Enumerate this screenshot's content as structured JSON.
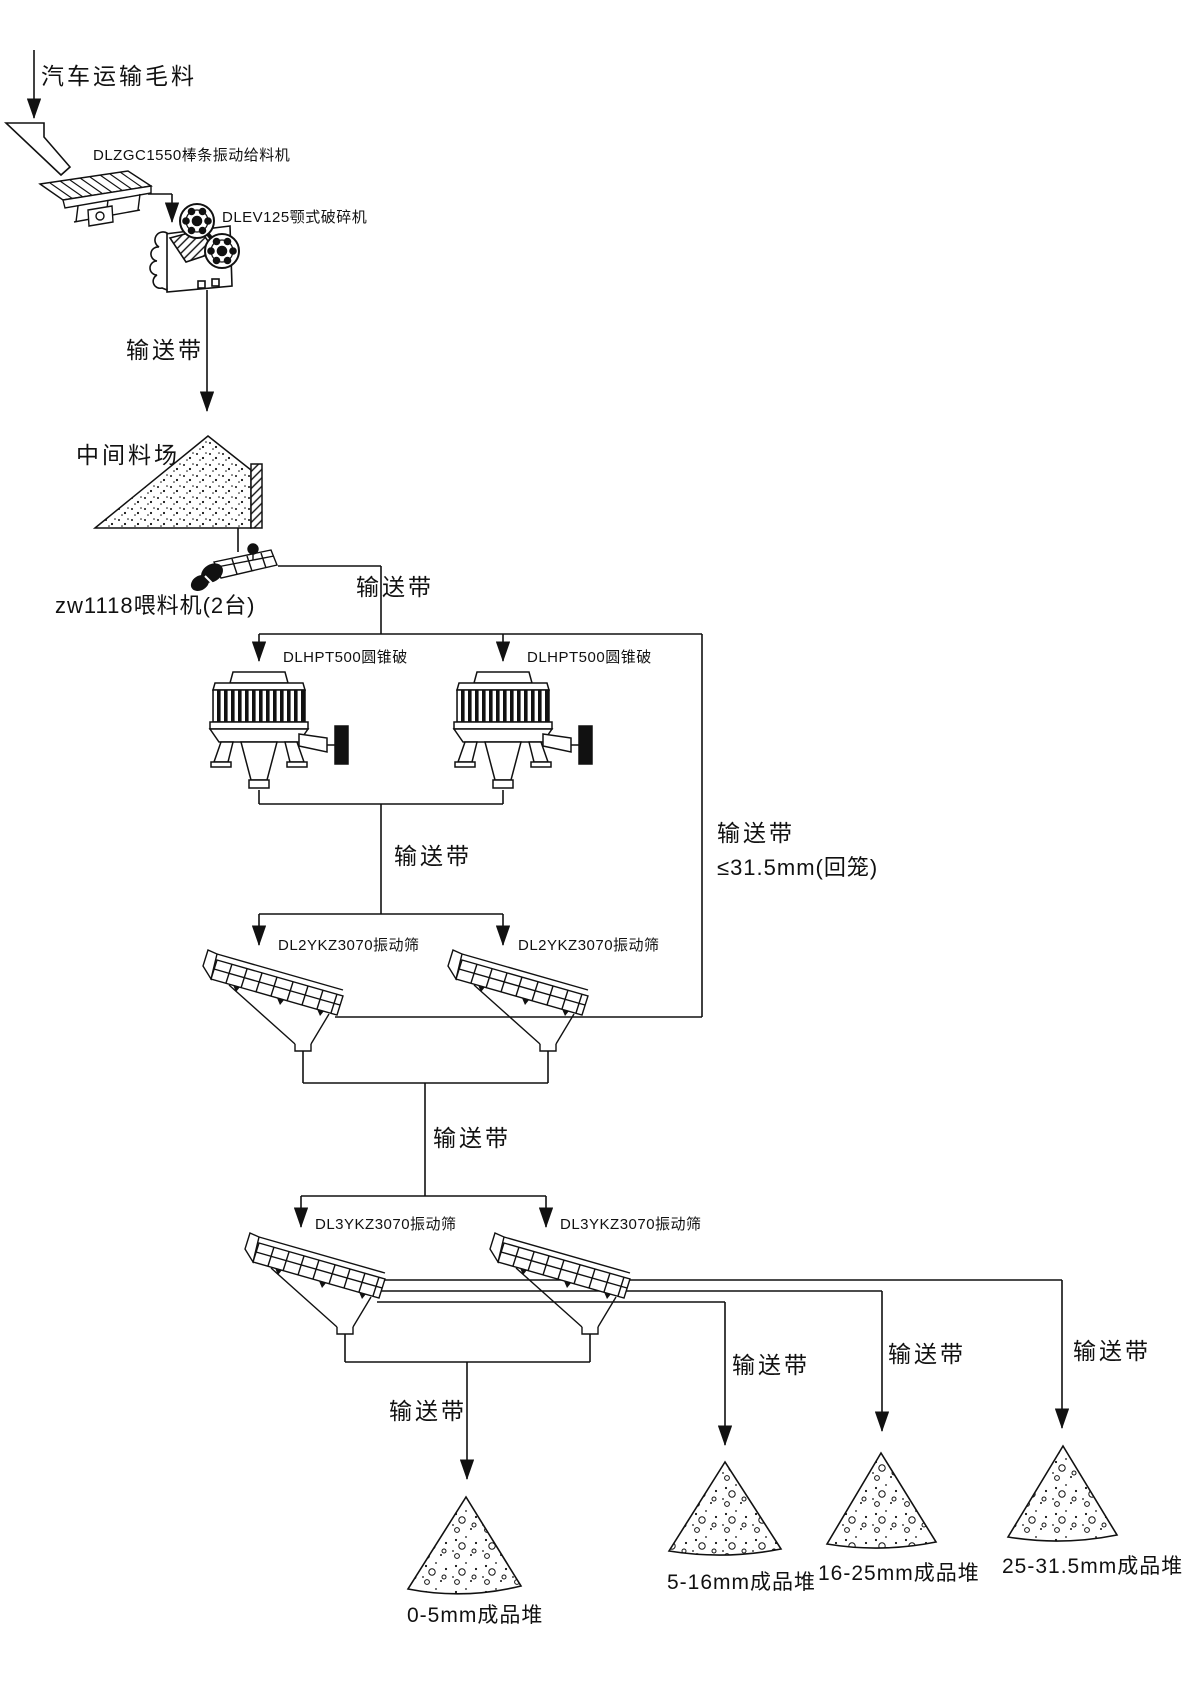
{
  "colors": {
    "ink": "#111111",
    "background": "#ffffff"
  },
  "diagram": {
    "source_label": "汽车运输毛料",
    "conveyor_label": "输送带",
    "machines": {
      "grizzly_feeder": "DLZGC1550棒条振动给料机",
      "jaw_crusher": "DLEV125颚式破碎机",
      "intermediate_stockpile": "中间料场",
      "zw_feeder": "zw1118喂料机(2台)",
      "cone_crusher": "DLHPT500圆锥破",
      "stage1_screen": "DL2YKZ3070振动筛",
      "stage2_screen": "DL3YKZ3070振动筛"
    },
    "return_line": {
      "conveyor": "输送带",
      "spec": "≤31.5mm(回笼)"
    },
    "product_piles": [
      {
        "label": "0-5mm成品堆"
      },
      {
        "label": "5-16mm成品堆"
      },
      {
        "label": "16-25mm成品堆"
      },
      {
        "label": "25-31.5mm成品堆"
      }
    ]
  }
}
